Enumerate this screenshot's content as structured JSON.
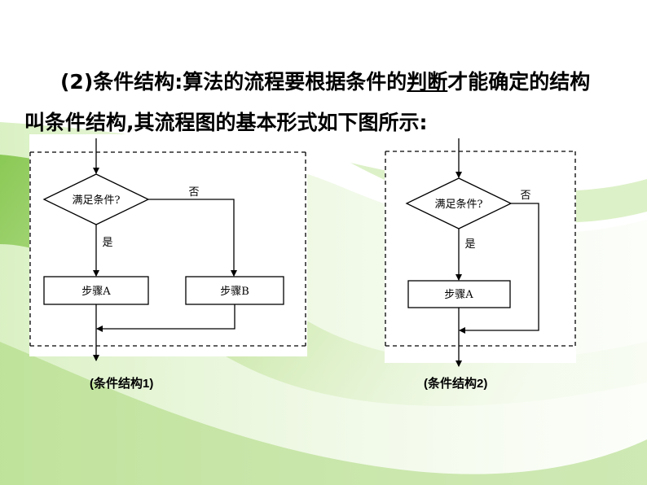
{
  "heading": {
    "line1_pre": "(2)条件结构:算法的流程要根据条件的",
    "line1_underlined": "判断",
    "line1_post": "才能确定的结构",
    "line2": "叫条件结构,其流程图的基本形式如下图所示:"
  },
  "diagram1": {
    "condition": "满足条件?",
    "yes_label": "是",
    "no_label": "否",
    "step_a": "步骤A",
    "step_b": "步骤B",
    "caption": "(条件结构1)"
  },
  "diagram2": {
    "condition": "满足条件?",
    "yes_label": "是",
    "no_label": "否",
    "step_a": "步骤A",
    "caption": "(条件结构2)"
  },
  "colors": {
    "accent_green": "#8cc63f",
    "line": "#000000"
  }
}
